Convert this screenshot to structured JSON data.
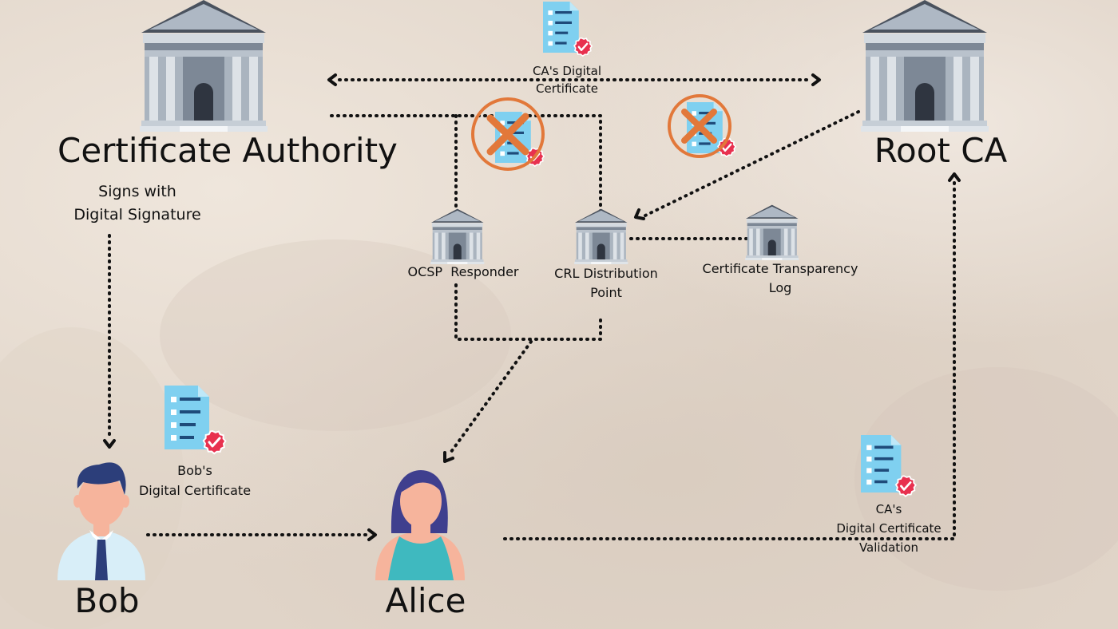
{
  "nodes": {
    "certificate_authority": {
      "title": "Certificate Authority",
      "action": "Signs with\nDigital Signature"
    },
    "root_ca": {
      "title": "Root CA"
    },
    "ocsp_responder": {
      "label": "OCSP  Responder"
    },
    "crl_distribution_point": {
      "label": "CRL Distribution\nPoint"
    },
    "certificate_transparency_log": {
      "label": "Certificate Transparency\nLog"
    },
    "bob": {
      "name": "Bob"
    },
    "alice": {
      "name": "Alice"
    }
  },
  "certificates": {
    "ca_digital_certificate": "CA's Digital\nCertificate",
    "bobs_digital_certificate": "Bob's\nDigital Certificate",
    "ca_certificate_validation": "CA's\nDigital Certificate\nValidation"
  },
  "colors": {
    "background": "#e6dcd2",
    "building_gray": "#a9b3bf",
    "building_dark": "#2f3540",
    "document_blue": "#7fd0f0",
    "seal_red": "#e8314f",
    "revoked_orange": "#e2783a",
    "bob_suit": "#2c3e7a",
    "alice_hair": "#3f3f8e",
    "alice_top": "#3fb9bf",
    "skin": "#f6b49c"
  },
  "icons": [
    "bank-building-icon",
    "certificate-document-icon",
    "revoked-certificate-icon",
    "man-avatar-icon",
    "woman-avatar-icon"
  ]
}
